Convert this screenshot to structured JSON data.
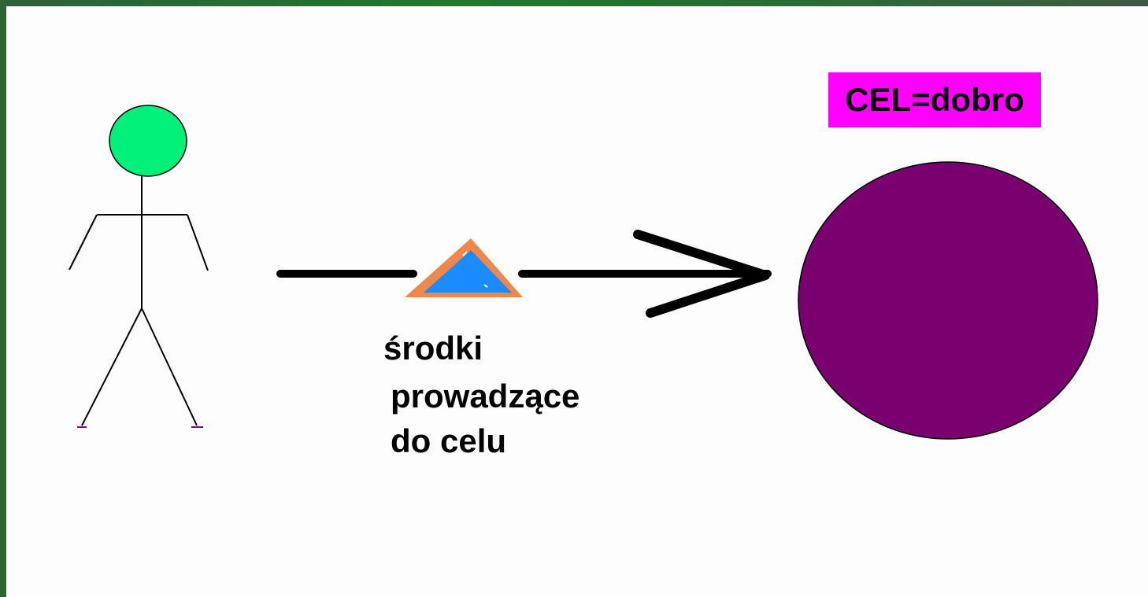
{
  "labels": {
    "goal": "CEL=dobro",
    "means": [
      "środki",
      "prowadzące",
      "do celu"
    ]
  },
  "colors": {
    "frame": "#2e6633",
    "person_head": "#00f07a",
    "means_triangle_fill": "#1a8cff",
    "means_triangle_border": "#f0884a",
    "goal_circle": "#7a0070",
    "goal_label_background": "#ff00ff",
    "lines": "#000000"
  }
}
